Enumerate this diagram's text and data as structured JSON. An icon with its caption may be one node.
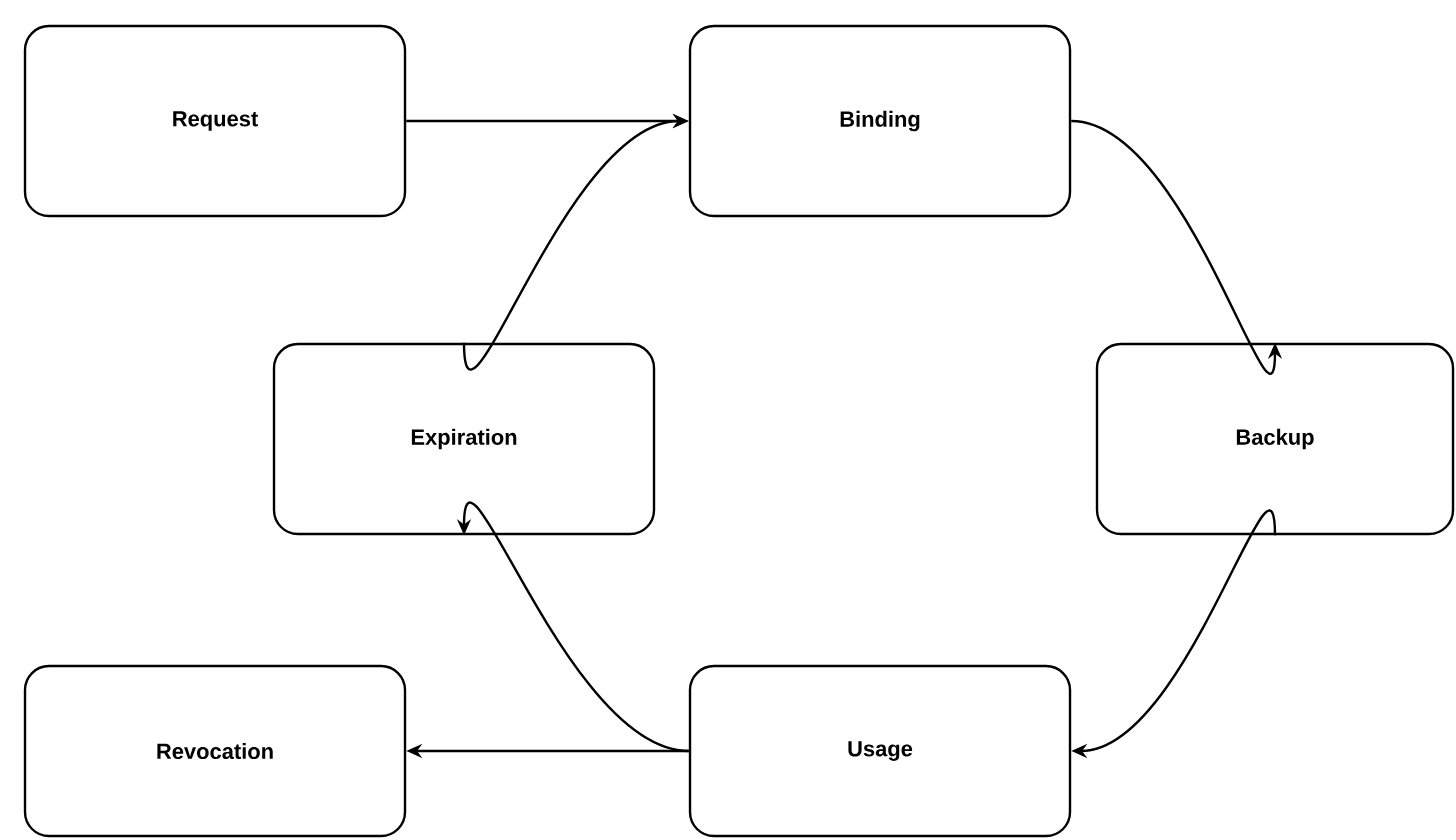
{
  "diagram": {
    "nodes": [
      {
        "text": [
          "Request"
        ]
      },
      {
        "text": [
          "Binding"
        ]
      },
      {
        "text": [
          "Backup"
        ]
      },
      {
        "text": [
          "Expiration"
        ]
      },
      {
        "text": [
          "Revocation"
        ]
      },
      {
        "text": [
          "Usage"
        ]
      }
    ],
    "edges": [
      {
        "from": 0,
        "to": 1,
        "arrow": "to"
      },
      {
        "from": 1,
        "to": 2,
        "arrow": "to"
      },
      {
        "from": 2,
        "to": 5,
        "arrow": "to"
      },
      {
        "from": 5,
        "to": 3,
        "arrow": "to"
      },
      {
        "from": 5,
        "to": 4,
        "arrow": "to"
      },
      {
        "from": 3,
        "to": 1,
        "arrow": "to"
      }
    ]
  }
}
